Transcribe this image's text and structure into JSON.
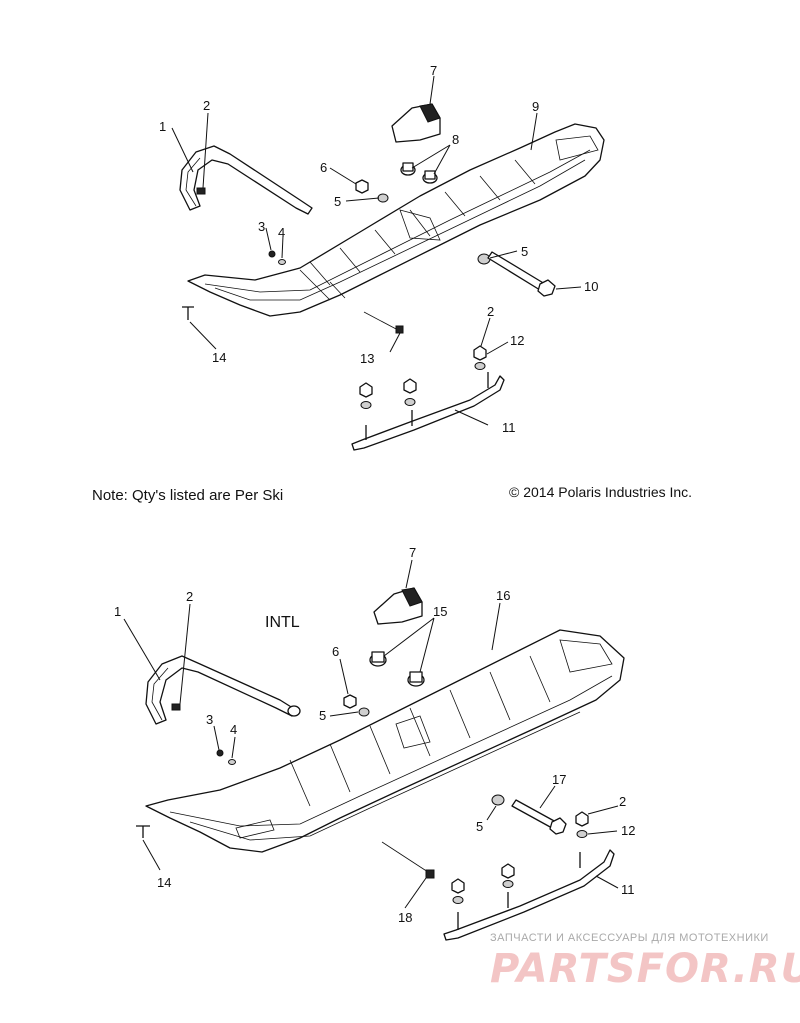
{
  "top_diagram": {
    "callouts": [
      {
        "id": "c1",
        "label": "1"
      },
      {
        "id": "c2",
        "label": "2"
      },
      {
        "id": "c3",
        "label": "3"
      },
      {
        "id": "c4",
        "label": "4"
      },
      {
        "id": "c5a",
        "label": "5"
      },
      {
        "id": "c5b",
        "label": "5"
      },
      {
        "id": "c6",
        "label": "6"
      },
      {
        "id": "c7",
        "label": "7"
      },
      {
        "id": "c8",
        "label": "8"
      },
      {
        "id": "c9",
        "label": "9"
      },
      {
        "id": "c10",
        "label": "10"
      },
      {
        "id": "c2b",
        "label": "2"
      },
      {
        "id": "c12",
        "label": "12"
      },
      {
        "id": "c13",
        "label": "13"
      },
      {
        "id": "c14",
        "label": "14"
      },
      {
        "id": "c11",
        "label": "11"
      }
    ]
  },
  "note": "Note: Qty's listed are Per Ski",
  "copyright": "© 2014 Polaris Industries Inc.",
  "bottom_diagram": {
    "region_label": "INTL",
    "callouts": [
      {
        "id": "d1",
        "label": "1"
      },
      {
        "id": "d2",
        "label": "2"
      },
      {
        "id": "d3",
        "label": "3"
      },
      {
        "id": "d4",
        "label": "4"
      },
      {
        "id": "d5a",
        "label": "5"
      },
      {
        "id": "d5b",
        "label": "5"
      },
      {
        "id": "d6",
        "label": "6"
      },
      {
        "id": "d7",
        "label": "7"
      },
      {
        "id": "d15",
        "label": "15"
      },
      {
        "id": "d16",
        "label": "16"
      },
      {
        "id": "d17",
        "label": "17"
      },
      {
        "id": "d2b",
        "label": "2"
      },
      {
        "id": "d12",
        "label": "12"
      },
      {
        "id": "d14",
        "label": "14"
      },
      {
        "id": "d18",
        "label": "18"
      },
      {
        "id": "d11",
        "label": "11"
      }
    ]
  },
  "watermark": {
    "tagline": "ЗАПЧАСТИ И АКСЕССУАРЫ ДЛЯ МОТОТЕХНИКИ",
    "logo": "PARTSFOR.RU",
    "logo_color": "#f3c5c5"
  }
}
